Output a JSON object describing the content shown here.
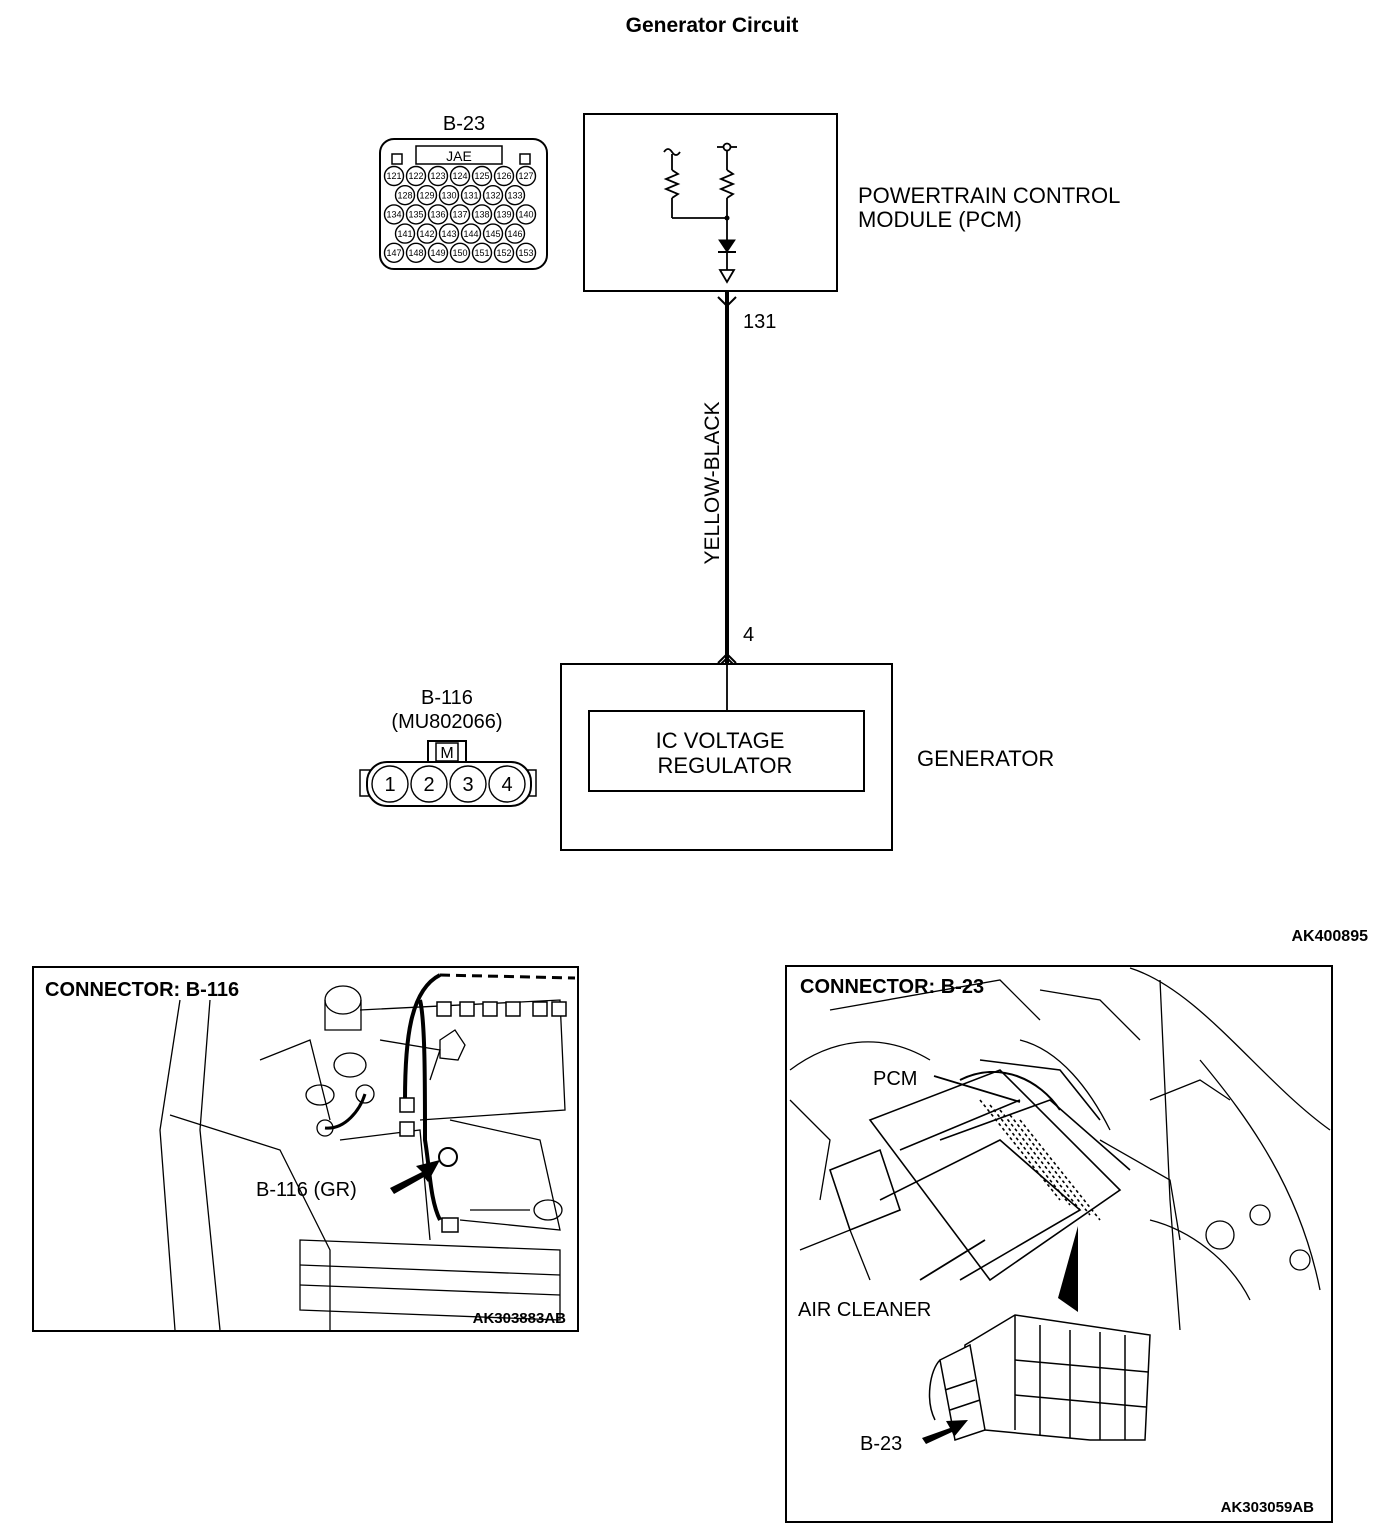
{
  "title": "Generator Circuit",
  "figure_code": "AK400895",
  "connector_b23": {
    "id": "B-23",
    "maker": "JAE",
    "pins_row1": [
      "121",
      "122",
      "123",
      "124",
      "125",
      "126",
      "127"
    ],
    "pins_row2": [
      "128",
      "129",
      "130",
      "131",
      "132",
      "133"
    ],
    "pins_row3": [
      "134",
      "135",
      "136",
      "137",
      "138",
      "139",
      "140"
    ],
    "pins_row4": [
      "141",
      "142",
      "143",
      "144",
      "145",
      "146"
    ],
    "pins_row5": [
      "147",
      "148",
      "149",
      "150",
      "151",
      "152",
      "153"
    ]
  },
  "pcm": {
    "line1": "POWERTRAIN CONTROL",
    "line2": "MODULE (PCM)"
  },
  "wire": {
    "color": "YELLOW-BLACK",
    "pin_top": "131",
    "pin_bottom": "4"
  },
  "connector_b116": {
    "id": "B-116",
    "part_no": "(MU802066)",
    "key": "M",
    "pins": [
      "1",
      "2",
      "3",
      "4"
    ]
  },
  "generator": {
    "label": "GENERATOR",
    "regulator_line1": "IC VOLTAGE",
    "regulator_line2": "REGULATOR"
  },
  "panel_left": {
    "title": "CONNECTOR: B-116",
    "callout": "B-116 (GR)",
    "code": "AK303883AB"
  },
  "panel_right": {
    "title": "CONNECTOR: B-23",
    "callout_pcm": "PCM",
    "callout_air": "AIR CLEANER",
    "callout_conn": "B-23",
    "code": "AK303059AB"
  }
}
